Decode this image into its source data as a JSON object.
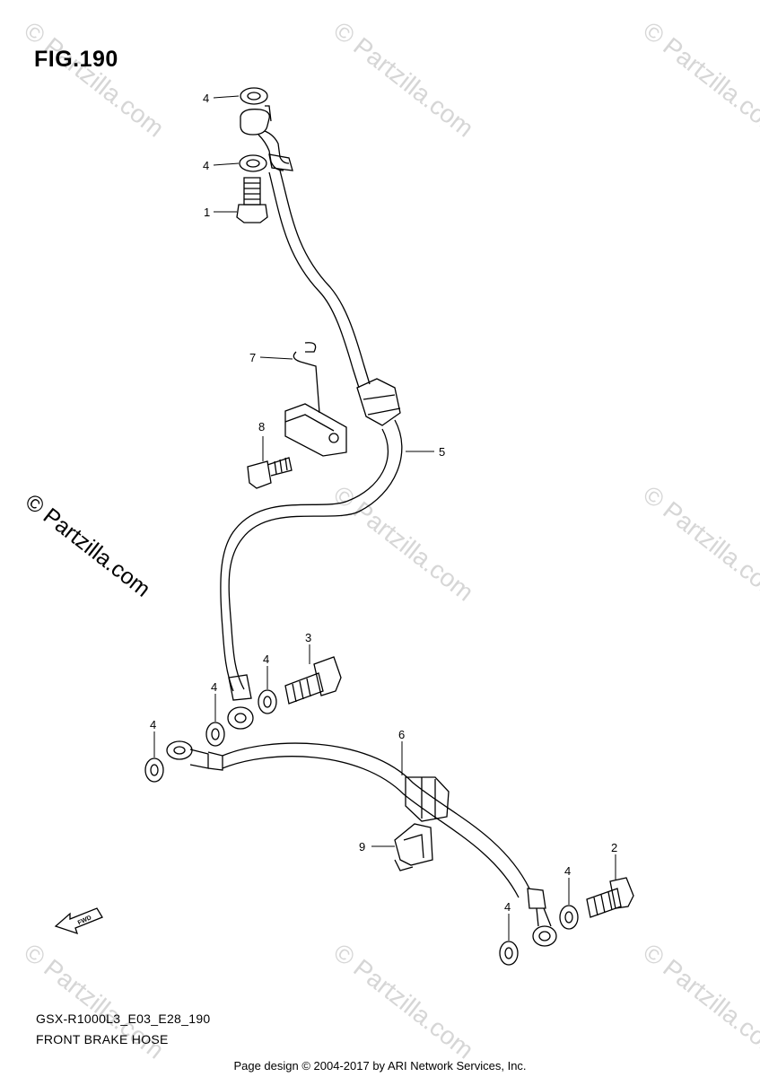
{
  "figure": {
    "title": "FIG.190",
    "model_code": "GSX-R1000L3_E03_E28_190",
    "caption": "FRONT BRAKE HOSE",
    "credit": "Page design © 2004-2017 by ARI Network Services, Inc.",
    "fwd_label": "FWD"
  },
  "watermark": {
    "text": "© Partzilla.com",
    "color": "#d6d6d6"
  },
  "callouts": [
    {
      "id": "c4a",
      "number": "4"
    },
    {
      "id": "c4b",
      "number": "4"
    },
    {
      "id": "c1",
      "number": "1"
    },
    {
      "id": "c7",
      "number": "7"
    },
    {
      "id": "c8",
      "number": "8"
    },
    {
      "id": "c5",
      "number": "5"
    },
    {
      "id": "c3",
      "number": "3"
    },
    {
      "id": "c4c",
      "number": "4"
    },
    {
      "id": "c4d",
      "number": "4"
    },
    {
      "id": "c4e",
      "number": "4"
    },
    {
      "id": "c6",
      "number": "6"
    },
    {
      "id": "c9",
      "number": "9"
    },
    {
      "id": "c2",
      "number": "2"
    },
    {
      "id": "c4f",
      "number": "4"
    },
    {
      "id": "c4g",
      "number": "4"
    }
  ]
}
